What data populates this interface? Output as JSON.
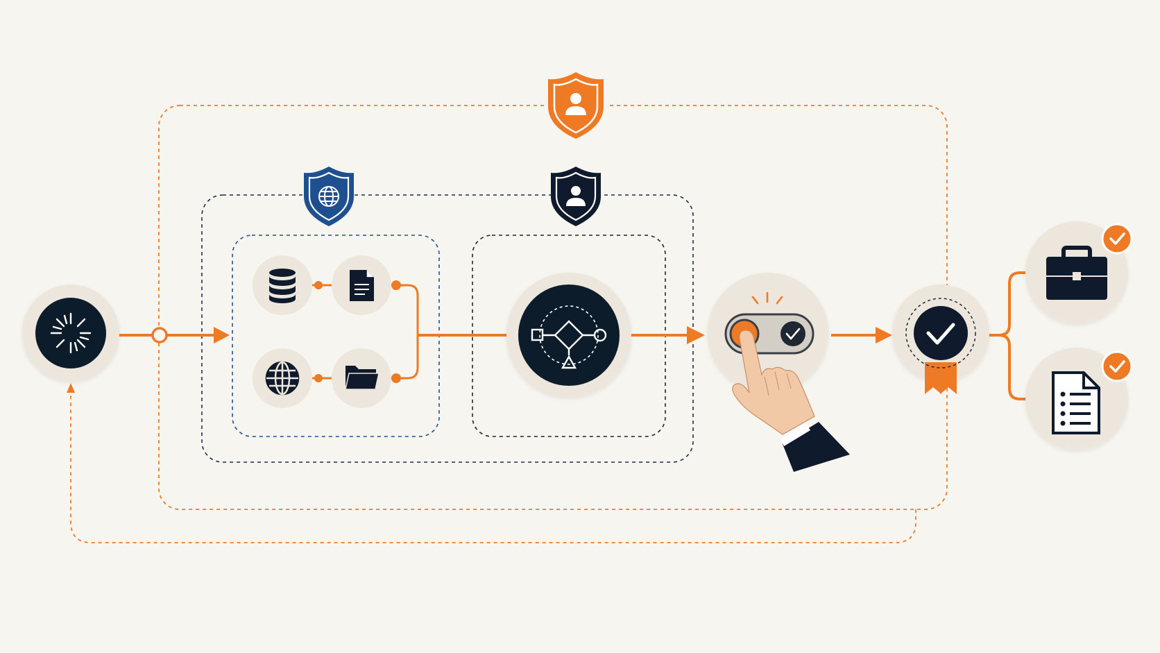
{
  "colors": {
    "background": "#f7f5f0",
    "accent_orange": "#ef7a25",
    "navy": "#0f1b2c",
    "blue": "#1e4f8f",
    "node_bg": "#ece6dc",
    "node_bg_light": "#efeae2",
    "skin": "#f2c9a6",
    "white": "#ffffff"
  },
  "nodes": {
    "trigger": {
      "icon": "sparkle-burst-icon"
    },
    "data_sources": [
      {
        "icon": "database-icon"
      },
      {
        "icon": "document-icon"
      },
      {
        "icon": "globe-icon"
      },
      {
        "icon": "folder-icon"
      }
    ],
    "processor": {
      "icon": "workflow-diagram-icon"
    },
    "approval_toggle": {
      "icon": "toggle-switch-icon",
      "state": "approved"
    },
    "verification": {
      "icon": "checkmark-seal-icon"
    },
    "outputs": [
      {
        "icon": "briefcase-icon",
        "status": "complete"
      },
      {
        "icon": "checklist-document-icon",
        "status": "complete"
      }
    ]
  },
  "shields": [
    {
      "icon": "user-shield-icon",
      "color": "#ef7a25"
    },
    {
      "icon": "globe-shield-icon",
      "color": "#1e4f8f"
    },
    {
      "icon": "user-shield-icon",
      "color": "#0f1b2c"
    }
  ]
}
